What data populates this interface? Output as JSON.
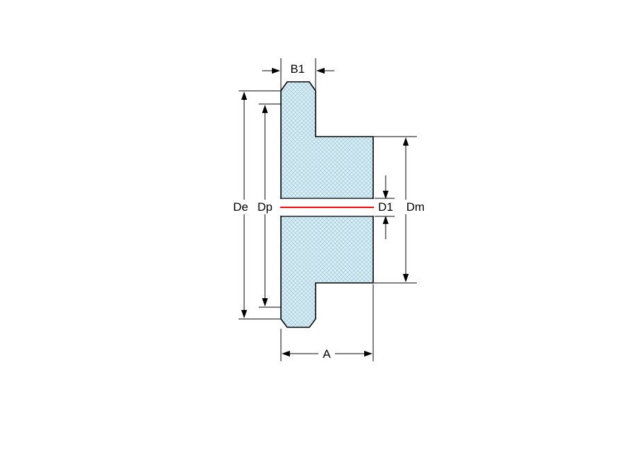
{
  "diagram": {
    "labels": {
      "b1": "B1",
      "de": "De",
      "dp": "Dp",
      "d1": "D1",
      "dm": "Dm",
      "a": "A"
    },
    "colors": {
      "background": "#ffffff",
      "outline": "#000000",
      "fill": "#daeef6",
      "hatch": "#a7cedd",
      "centerline": "#ff0000"
    }
  }
}
